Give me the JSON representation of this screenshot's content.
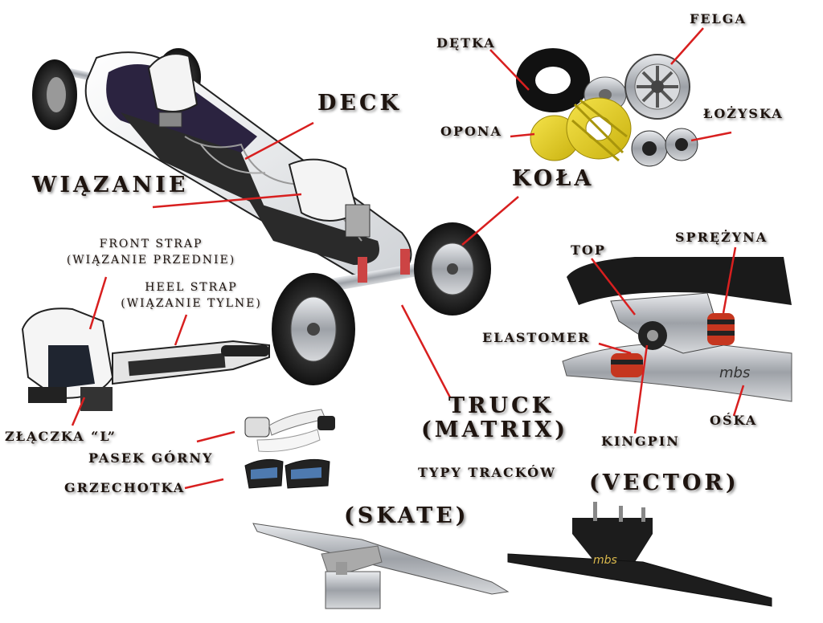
{
  "labels": {
    "deck": "DECK",
    "wiazanie": "WIĄZANIE",
    "detka": "DĘTKA",
    "felga": "FELGA",
    "opona": "OPONA",
    "lozyska": "ŁOŻYSKA",
    "kola": "KOŁA",
    "front_strap": "FRONT STRAP",
    "front_strap_pl": "(WIĄZANIE PRZEDNIE)",
    "heel_strap": "HEEL STRAP",
    "heel_strap_pl": "(WIĄZANIE TYLNE)",
    "top": "TOP",
    "sprezyna": "SPRĘŻYNA",
    "elastomer": "ELASTOMER",
    "kingpin": "KINGPIN",
    "oska": "OŚKA",
    "zlaczka": "ZŁĄCZKA “L”",
    "pasek_gorny": "PASEK GÓRNY",
    "grzechotka": "GRZECHOTKA",
    "truck": "TRUCK",
    "truck_model": "(MATRIX)",
    "typy_truckow": "TYPY TRACKÓW",
    "vector": "(VECTOR)",
    "skate": "(SKATE)"
  },
  "colors": {
    "leader": "#d81f1f",
    "text": "#1e140f",
    "tire_black": "#1f1f1f",
    "tire_yellow": "#e9d323",
    "metal": "#b9bcc0",
    "deck_print": "#f2f2f2",
    "grip": "#2a2a2a"
  },
  "icons": [
    "mountainboard-illustration",
    "inner-tube-icon",
    "rim-icon",
    "yellow-tire-icon",
    "bearing-icon",
    "binding-icon",
    "truck-icon",
    "ratchet-icon",
    "strap-icon"
  ]
}
